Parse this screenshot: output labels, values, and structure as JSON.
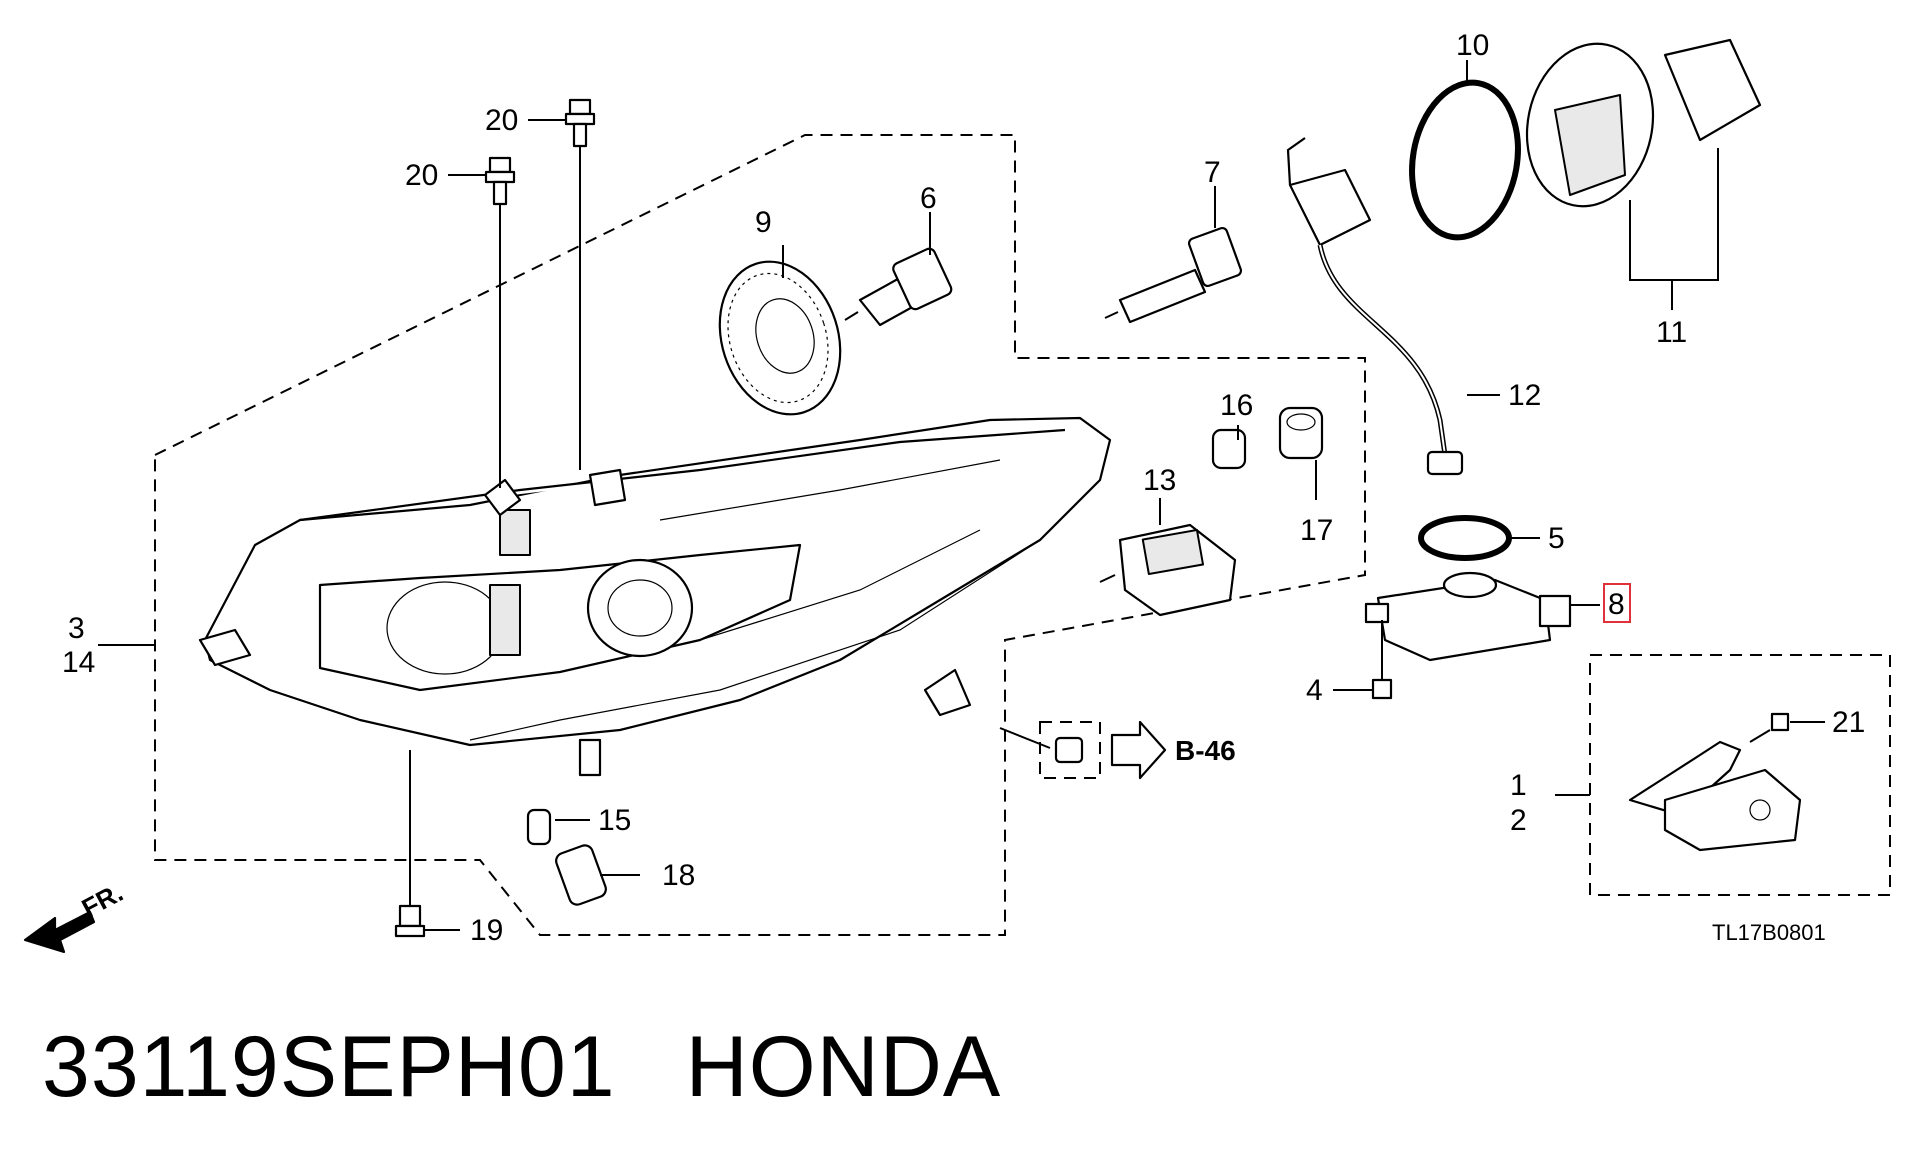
{
  "diagram": {
    "callouts": [
      "1",
      "2",
      "3",
      "14",
      "4",
      "5",
      "6",
      "7",
      "8",
      "9",
      "10",
      "11",
      "12",
      "13",
      "15",
      "16",
      "17",
      "18",
      "19",
      "20",
      "20",
      "21"
    ],
    "front_label": "FR.",
    "reference": "B-46",
    "drawing_code": "TL17B0801",
    "highlighted_callout": "8",
    "highlight_color": "#e0303a"
  },
  "caption": {
    "part_number": "33119SEPH01",
    "brand": "HONDA"
  }
}
